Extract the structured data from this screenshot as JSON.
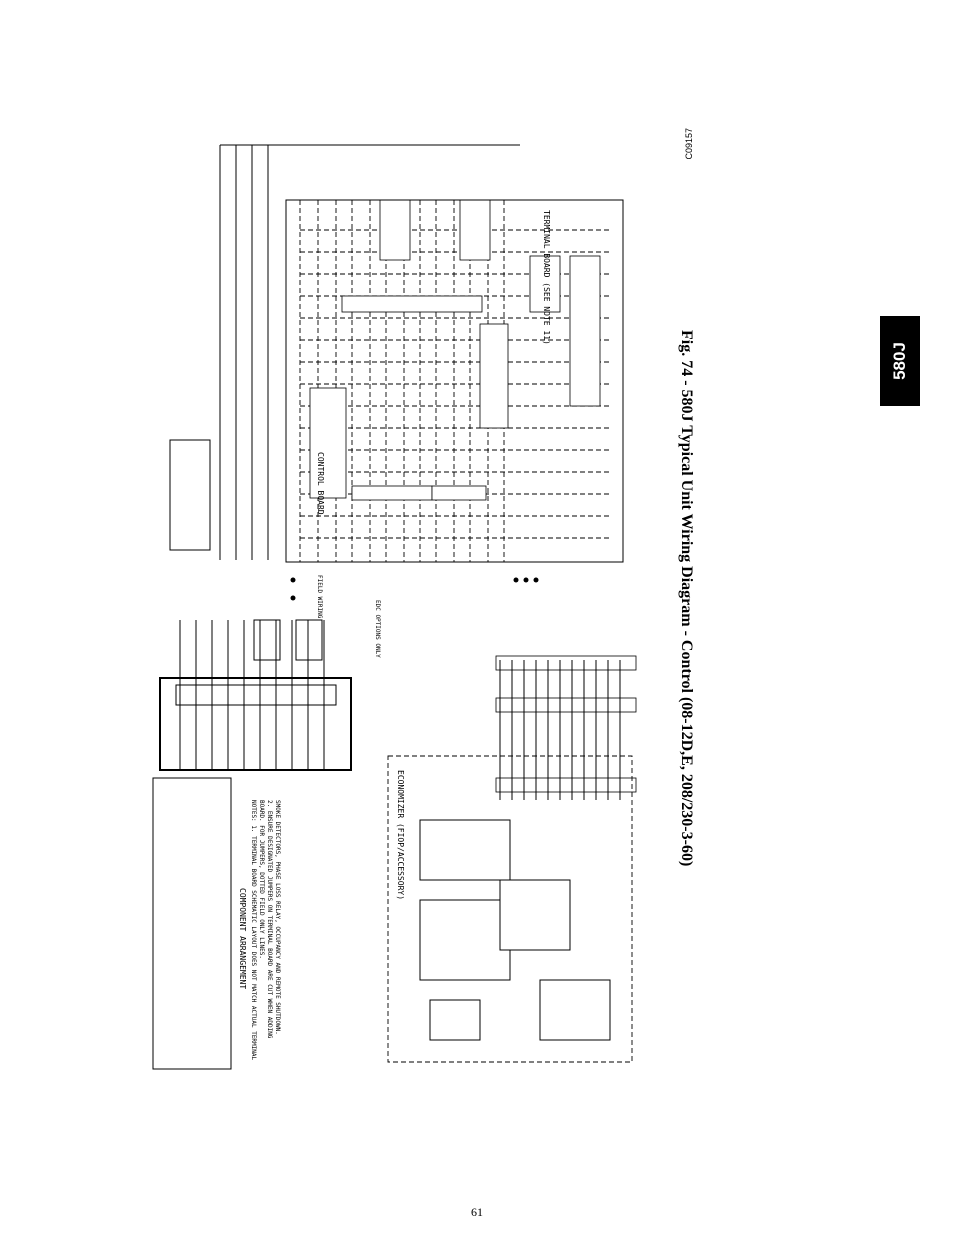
{
  "header": {
    "tab_label": "580J",
    "drawing_code": "C09157"
  },
  "figure": {
    "caption": "Fig. 74 - 580J Typical Unit Wiring Diagram - Control (08-12D,E, 208/230-3-60)"
  },
  "diagram": {
    "terminal_board_note": "TERMINAL BOARD (SEE NOTE 11)",
    "control_board_label": "CONTROL BOARD",
    "component_arrangement": "COMPONENT ARRANGEMENT",
    "notes": [
      "NOTES: 1. TERMINAL BOARD SCHEMATIC LAYOUT DOES NOT MATCH ACTUAL TERMINAL",
      "BOARD. FOR JUMPERS, DOTTED FIELD ONLY LINES.",
      "2. ENSURE DESIGNATED JUMPERS ON TERMINAL BOARD ARE CUT WHEN ADDING",
      "SMOKE DETECTORS, PHASE LOSS RELAY, OCCUPANCY AND REMOTE SHUTDOWN."
    ],
    "economizer_label": "ECONOMIZER (FIOP/ACCESSORY)",
    "field_wiring_label": "FIELD WIRING",
    "edc_options_label": "EDC OPTIONS ONLY"
  }
}
